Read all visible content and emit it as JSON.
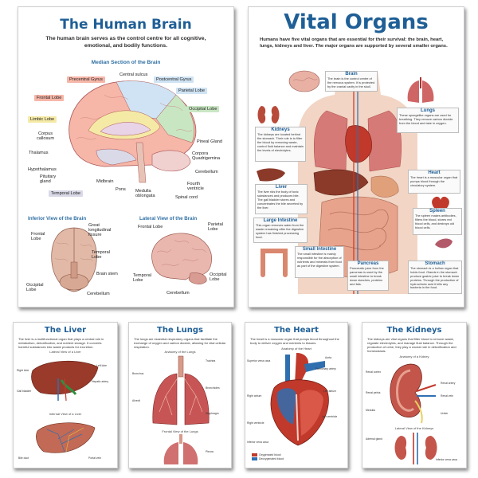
{
  "brain": {
    "title": "The Human Brain",
    "intro": "The human brain serves as the control centre for all cognitive, emotional, and bodily functions.",
    "median_heading": "Median Section of the Brain",
    "labels": {
      "precentral": "Precentral Gyrus",
      "central": "Central sulcus",
      "postcentral": "Postcentral Gyrus",
      "parietal": "Parietal Lobe",
      "frontal": "Frontal Lobe",
      "occipital": "Occipital Lobe",
      "limbic": "Limbic Lobe",
      "corpus": "Corpus callosum",
      "thalamus": "Thalamus",
      "pineal": "Pineal Gland",
      "quadrigemina": "Corpora Quadrigemina",
      "hypothalamus": "Hypothalamus",
      "cerebellum": "Cerebellum",
      "pituitary": "Pituitary gland",
      "midbrain": "Midbrain",
      "fourth": "Fourth ventricle",
      "temporal": "Temporal Lobe",
      "pons": "Pons",
      "medulla": "Medulla oblongata",
      "spinal": "Spinal cord"
    },
    "inferior_heading": "Inferior View of the Brain",
    "lateral_heading": "Lateral View of the Brain",
    "inferior_labels": {
      "frontal": "Frontal Lobe",
      "fissure": "Great longitudinal fissure",
      "temporal": "Temporal Lobe",
      "stem": "Brain stem",
      "occipital": "Occipital Lobe",
      "cerebellum": "Cerebellum"
    },
    "lateral_labels": {
      "frontal": "Frontal Lobe",
      "parietal": "Parietal Lobe",
      "temporal": "Temporal Lobe",
      "occipital": "Occipital Lobe",
      "cerebellum": "Cerebellum"
    }
  },
  "organs": {
    "title": "Vital Organs",
    "intro": "Humans have five vital organs that are essential for their survival: the brain, heart, lungs, kidneys and liver. The major organs are supported by several smaller organs.",
    "brain": {
      "h": "Brain",
      "t": "The brain is the control centre of the nervous system. It is protected by the cranial cavity in the skull."
    },
    "lungs": {
      "h": "Lungs",
      "t": "These spongelike organs are used for breathing. They remove carbon dioxide from the blood and take in oxygen."
    },
    "kidneys": {
      "h": "Kidneys",
      "t": "The kidneys are located behind the stomach. Their role is to filter the blood by removing waste, control fluid balance and maintain the levels of electrolytes."
    },
    "heart": {
      "h": "Heart",
      "t": "The heart is a muscular organ that pumps blood through the circulatory system."
    },
    "liver": {
      "h": "Liver",
      "t": "The liver rids the body of toxic substances and produces bile. The gall bladder stores and concentrates the bile secreted by the liver."
    },
    "spleen": {
      "h": "Spleen",
      "t": "The spleen makes antibodies, filters the blood, stores red blood cells, and destroys old blood cells."
    },
    "large": {
      "h": "Large Intestine",
      "t": "This organ removes water from the waste remaining after the digestive system has finished processing food."
    },
    "small": {
      "h": "Small Intestine",
      "t": "The small intestine is mainly responsible for the absorption of nutrients and minerals from food as part of the digestive system."
    },
    "pancreas": {
      "h": "Pancreas",
      "t": "Pancreatic juice from the pancreas is used by the small intestine to break down starches, proteins and fats."
    },
    "stomach": {
      "h": "Stomach",
      "t": "The stomach is a hollow organ that holds food. Glands in the stomach produce gastric juice to break down proteins. Through the production of hydrochloric acid it kills any bacteria in the food."
    }
  },
  "liver": {
    "title": "The Liver",
    "intro": "The liver is a multifunctional organ that plays a central role in metabolism, detoxification, and nutrient storage. It converts harmful substances into waste products for excretion.",
    "cap1": "Lateral View of a Liver",
    "cap2": "Internal View of a Liver",
    "l1": "Right lobe",
    "l2": "Left lobe",
    "l3": "Gall bladder",
    "l4": "Hepatic artery",
    "l5": "Bile duct",
    "l6": "Portal vein"
  },
  "lungs": {
    "title": "The Lungs",
    "intro": "The lungs are essential respiratory organs that facilitate the exchange of oxygen and carbon dioxide, allowing for vital cellular respiration.",
    "cap1": "Anatomy of the Lungs",
    "cap2": "Frontal View of the Lungs",
    "l1": "Trachea",
    "l2": "Bronchus",
    "l3": "Bronchioles",
    "l4": "Alveoli",
    "l5": "Diaphragm",
    "l6": "Pleura"
  },
  "heart": {
    "title": "The Heart",
    "intro": "The heart is a muscular organ that pumps blood throughout the body to deliver oxygen and nutrients to tissues.",
    "cap1": "Anatomy of the Heart",
    "l1": "Aorta",
    "l2": "Pulmonary artery",
    "l3": "Superior vena cava",
    "l4": "Left atrium",
    "l5": "Right atrium",
    "l6": "Left ventricle",
    "l7": "Right ventricle",
    "l8": "Inferior vena cava",
    "legend1": "Oxygenated blood",
    "legend2": "Deoxygenated blood"
  },
  "kidneys": {
    "title": "The Kidneys",
    "intro": "The kidneys are vital organs that filter blood to remove waste, regulate electrolytes, and manage fluid balance. Through the production of urine, they play a crucial role in detoxification and homeostasis.",
    "cap1": "Anatomy of a Kidney",
    "cap2": "Lateral View of the Kidneys",
    "l1": "Renal artery",
    "l2": "Renal vein",
    "l3": "Ureter",
    "l4": "Renal cortex",
    "l5": "Renal pelvis",
    "l6": "Medulla",
    "l7": "Adrenal gland",
    "l8": "Inferior vena cava"
  },
  "colors": {
    "title_blue": "#1f5f96",
    "frontal": "#f6b6a8",
    "parietal": "#cfe3f4",
    "limbic": "#f5e9a6",
    "occipital": "#c9e6c3",
    "temporal": "#d9d9e8",
    "brain_pink": "#e9a6a0",
    "liver_red": "#9a3a2a",
    "lung_red": "#c85555",
    "heart_red": "#c0392b",
    "heart_blue": "#2f6fb0"
  }
}
